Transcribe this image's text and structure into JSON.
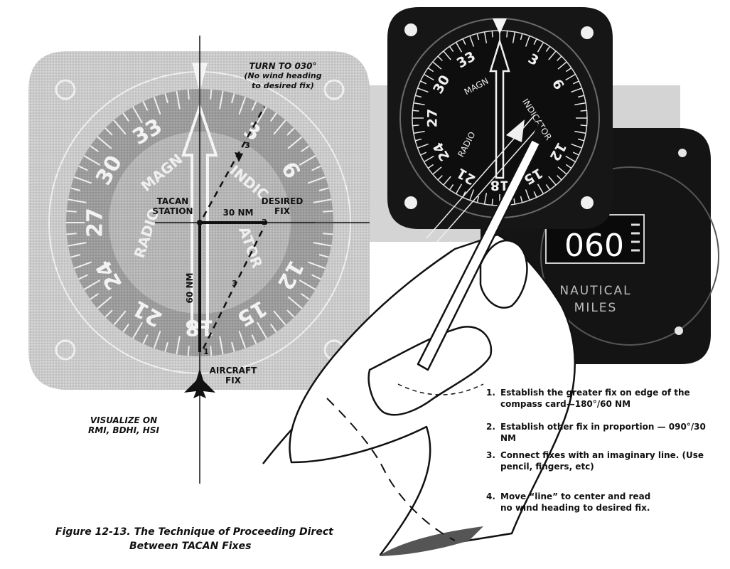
{
  "left_instrument": {
    "card_numbers": [
      "33",
      "30",
      "27",
      "24",
      "21",
      "18",
      "15",
      "12",
      "6",
      "3"
    ],
    "card_words": [
      "RADIO",
      "MAGN",
      "INDIC",
      "ATOR"
    ]
  },
  "annotations": {
    "turn_line1": "TURN TO 030°",
    "turn_line2": "(No wind heading",
    "turn_line3": "to desired fix)",
    "tacan_line1": "TACAN",
    "tacan_line2": "STATION",
    "distance_30": "30 NM",
    "desired_line1": "DESIRED",
    "desired_line2": "FIX",
    "distance_60": "60 NM",
    "aircraft_line1": "AIRCRAFT",
    "aircraft_line2": "FIX",
    "visualize_line1": "VISUALIZE ON",
    "visualize_line2": "RMI, BDHI, HSI",
    "marker_1": "1",
    "marker_2": "2",
    "marker_3a": "3",
    "marker_3b": "3"
  },
  "right_instrument": {
    "card_numbers": [
      "33",
      "30",
      "27",
      "24",
      "21",
      "18",
      "15",
      "12",
      "6",
      "3"
    ],
    "card_words": [
      "RADIO",
      "MAGN",
      "INDICATOR"
    ]
  },
  "dme_display": {
    "readout": "060",
    "unit_line1": "NAUTICAL",
    "unit_line2": "MILES"
  },
  "steps": [
    {
      "number": "1.",
      "text": "Establish the greater fix on edge of the compass card—180°/60 NM"
    },
    {
      "number": "2.",
      "text": "Establish other fix in proportion — 090°/30 NM"
    },
    {
      "number": "3.",
      "text": "Connect fixes with an imaginary line. (Use pencil, fingers, etc)"
    },
    {
      "number": "4.",
      "text": "Move “line” to center and read no wind heading to desired fix."
    }
  ],
  "caption": {
    "line1": "Figure 12-13.  The Technique of Proceeding Direct",
    "line2": "Between TACAN Fixes"
  }
}
